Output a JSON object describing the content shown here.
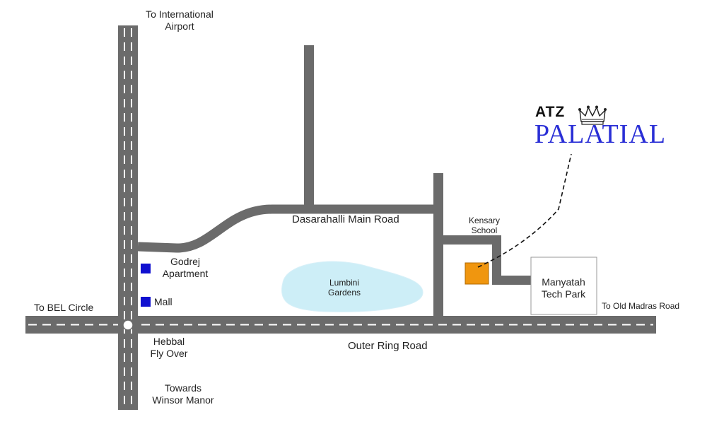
{
  "brand": {
    "prefix": "ATZ",
    "name": "PALATIAL",
    "crown_icon": "crown-icon"
  },
  "labels": {
    "to_airport": "To International\nAirport",
    "to_bel_circle": "To BEL Circle",
    "godrej_apartment": "Godrej\nApartment",
    "mall": "Mall",
    "hebbal_fly_over": "Hebbal\nFly Over",
    "towards_winsor_manor": "Towards\nWinsor Manor",
    "outer_ring_road": "Outer Ring Road",
    "dasarahalli_main_road": "Dasarahalli Main Road",
    "lumbini_gardens": "Lumbini\nGardens",
    "kensary_school": "Kensary\nSchool",
    "manyatah_tech_park": "Manyatah\nTech Park",
    "to_old_madras_road": "To Old Madras Road"
  },
  "colors": {
    "road": "#6b6b6b",
    "road_dash": "#ffffff",
    "marker_blue": "#1010d0",
    "site_orange": "#f0960f",
    "garden_fill": "#cdeef7",
    "brand_blue": "#2a2fd6"
  }
}
